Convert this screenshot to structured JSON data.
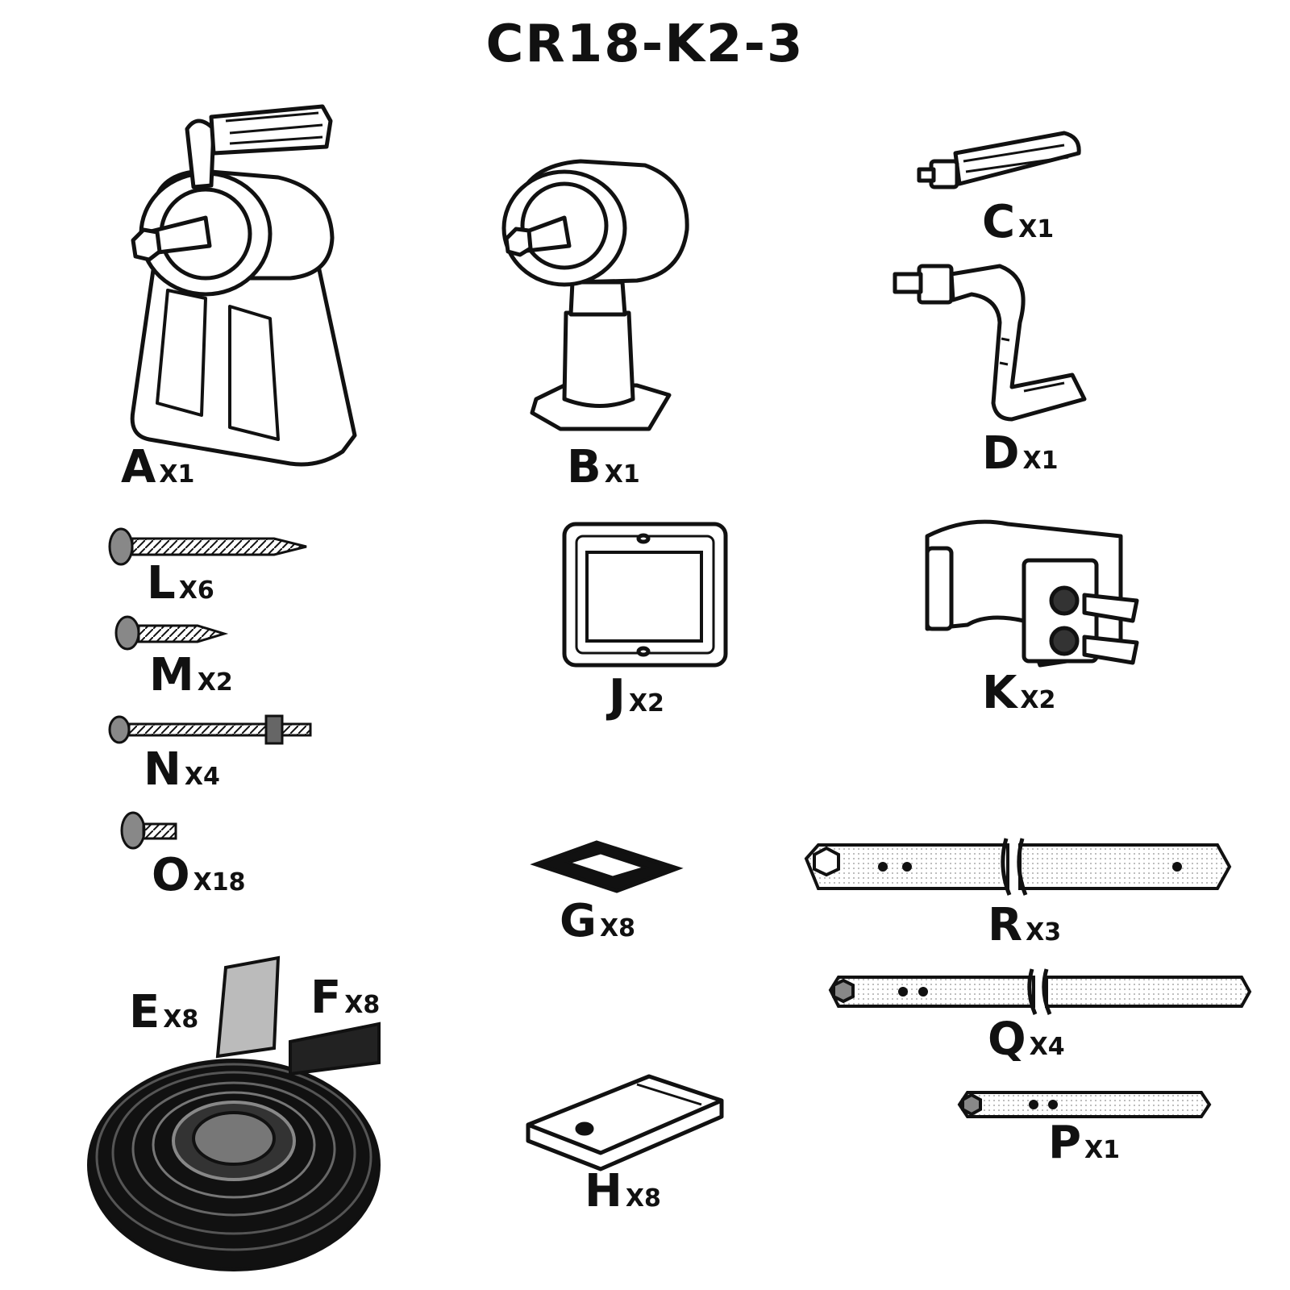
{
  "title": "CR18-K2-3",
  "parts": {
    "A": {
      "letter": "A",
      "qty": "X1"
    },
    "B": {
      "letter": "B",
      "qty": "X1"
    },
    "C": {
      "letter": "C",
      "qty": "X1"
    },
    "D": {
      "letter": "D",
      "qty": "X1"
    },
    "L": {
      "letter": "L",
      "qty": "X6"
    },
    "M": {
      "letter": "M",
      "qty": "X2"
    },
    "N": {
      "letter": "N",
      "qty": "X4"
    },
    "O": {
      "letter": "O",
      "qty": "X18"
    },
    "J": {
      "letter": "J",
      "qty": "X2"
    },
    "K": {
      "letter": "K",
      "qty": "X2"
    },
    "G": {
      "letter": "G",
      "qty": "X8"
    },
    "R": {
      "letter": "R",
      "qty": "X3"
    },
    "Q": {
      "letter": "Q",
      "qty": "X4"
    },
    "P": {
      "letter": "P",
      "qty": "X1"
    },
    "E": {
      "letter": "E",
      "qty": "X8"
    },
    "F": {
      "letter": "F",
      "qty": "X8"
    },
    "H": {
      "letter": "H",
      "qty": "X8"
    }
  }
}
